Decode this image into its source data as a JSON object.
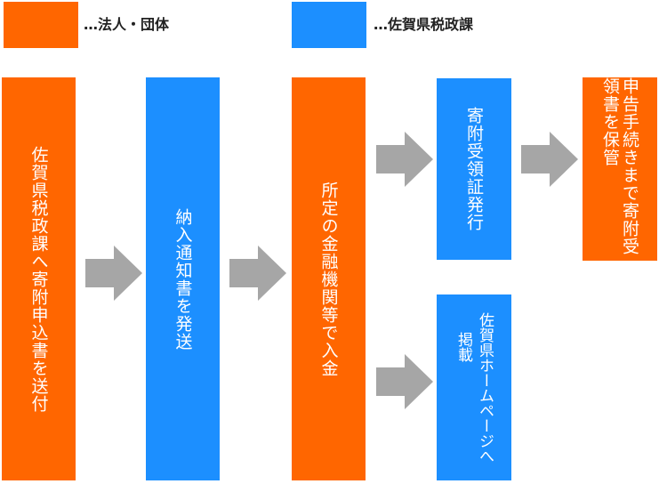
{
  "legend": {
    "orange_label": "…法人・団体",
    "blue_label": "…佐賀県税政課"
  },
  "colors": {
    "orange": "#FF6600",
    "blue": "#1C8FFF",
    "arrow": "#A6A6A6"
  },
  "steps": {
    "send_application": "佐賀県税政課へ寄附申込書を送付",
    "send_payment_notice": "納入通知書を発送",
    "pay_at_bank": "所定の金融機関等で入金",
    "issue_receipt": "寄附受領証発行",
    "keep_receipt": "申告手続きまで寄附受領書を保管",
    "homepage_line1": "佐賀県ホームページへ",
    "homepage_line2": "掲載"
  }
}
